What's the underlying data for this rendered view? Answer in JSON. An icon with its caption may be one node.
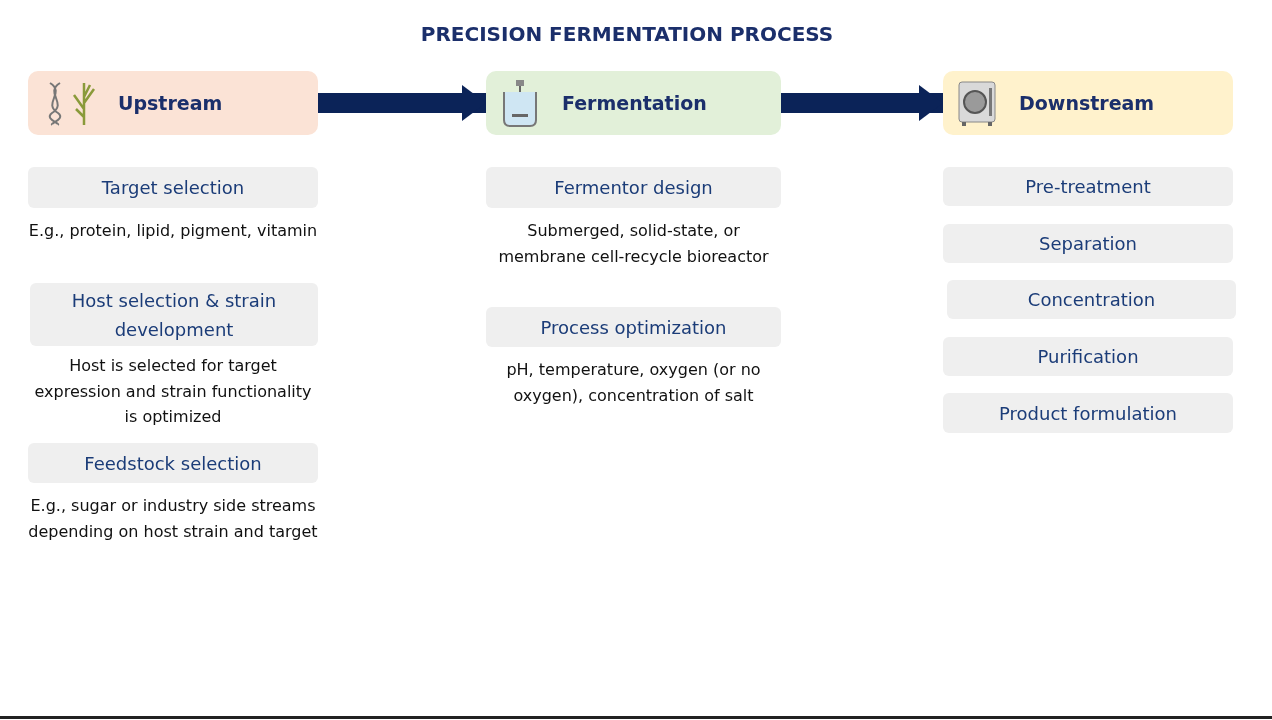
{
  "diagram": {
    "title": "PRECISION FERMENTATION PROCESS",
    "nodes": [
      {
        "text": [
          "Upstream"
        ]
      },
      {
        "text": [
          "Fermentation"
        ]
      },
      {
        "text": [
          "Downstream"
        ]
      },
      {
        "text": [
          "Target selection"
        ],
        "beside": [
          "E.g., protein, lipid, pigment, vitamin"
        ]
      },
      {
        "text": [
          "Host selection & strain development"
        ],
        "beside": [
          "Host is selected for target expression and strain functionality is optimized"
        ]
      },
      {
        "text": [
          "Feedstock selection"
        ],
        "beside": [
          "E.g., sugar or industry side streams depending on host strain and target"
        ]
      },
      {
        "text": [
          "Fermentor design"
        ],
        "beside": [
          "Submerged, solid-state, or membrane cell-recycle bioreactor"
        ]
      },
      {
        "text": [
          "Process optimization"
        ],
        "beside": [
          "pH, temperature, oxygen (or no oxygen), concentration of salt"
        ]
      },
      {
        "text": [
          "Pre-treatment"
        ]
      },
      {
        "text": [
          "Separation"
        ]
      },
      {
        "text": [
          "Concentration"
        ]
      },
      {
        "text": [
          "Purification"
        ]
      },
      {
        "text": [
          "Product formulation"
        ]
      }
    ],
    "edges": [
      {
        "from": 0,
        "to": 1,
        "arrow": "to"
      },
      {
        "from": 1,
        "to": 2,
        "arrow": "to"
      }
    ]
  }
}
